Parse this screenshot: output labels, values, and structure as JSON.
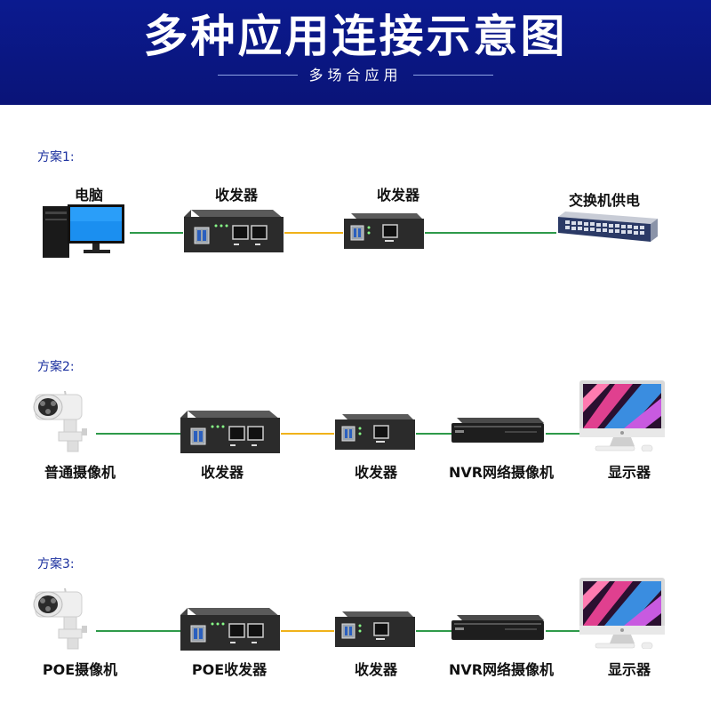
{
  "header": {
    "title": "多种应用连接示意图",
    "subtitle": "多场合应用"
  },
  "scheme1": {
    "label": "方案1:",
    "devices": [
      "电脑",
      "收发器",
      "收发器",
      "交换机供电"
    ]
  },
  "scheme2": {
    "label": "方案2:",
    "devices": [
      "普通摄像机",
      "收发器",
      "收发器",
      "NVR网络摄像机",
      "显示器"
    ]
  },
  "scheme3": {
    "label": "方案3:",
    "devices": [
      "POE摄像机",
      "POE收发器",
      "收发器",
      "NVR网络摄像机",
      "显示器"
    ]
  },
  "colors": {
    "banner": "#0b1a8f",
    "copper_link": "#2e9a4a",
    "fiber_link": "#f0b21a"
  },
  "icons": [
    "desktop-computer-icon",
    "media-converter-dual-port-icon",
    "media-converter-single-port-icon",
    "network-switch-icon",
    "bullet-camera-icon",
    "nvr-recorder-icon",
    "imac-display-icon"
  ]
}
